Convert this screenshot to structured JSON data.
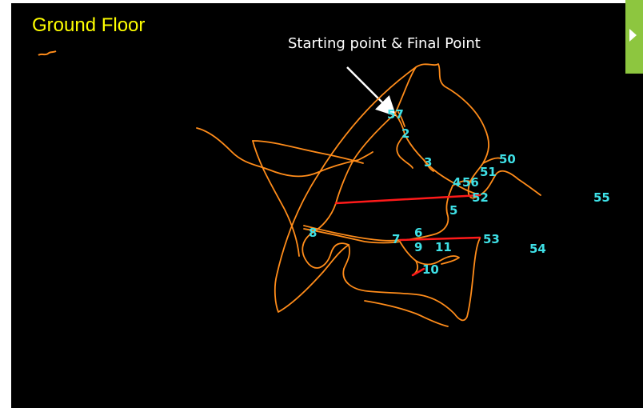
{
  "title": "Ground Floor",
  "caption": "Starting point & Final Point",
  "colors": {
    "background": "#000000",
    "title": "#ffff00",
    "path": "#ff8c1a",
    "highlight_segments": "#ff1a1a",
    "point_labels": "#3ee0e6",
    "accent_bar": "#8dc63f"
  },
  "point_labels": [
    "57",
    "2",
    "3",
    "4",
    "56",
    "50",
    "51",
    "52",
    "5",
    "55",
    "8",
    "6",
    "7",
    "9",
    "11",
    "53",
    "54",
    "10"
  ]
}
